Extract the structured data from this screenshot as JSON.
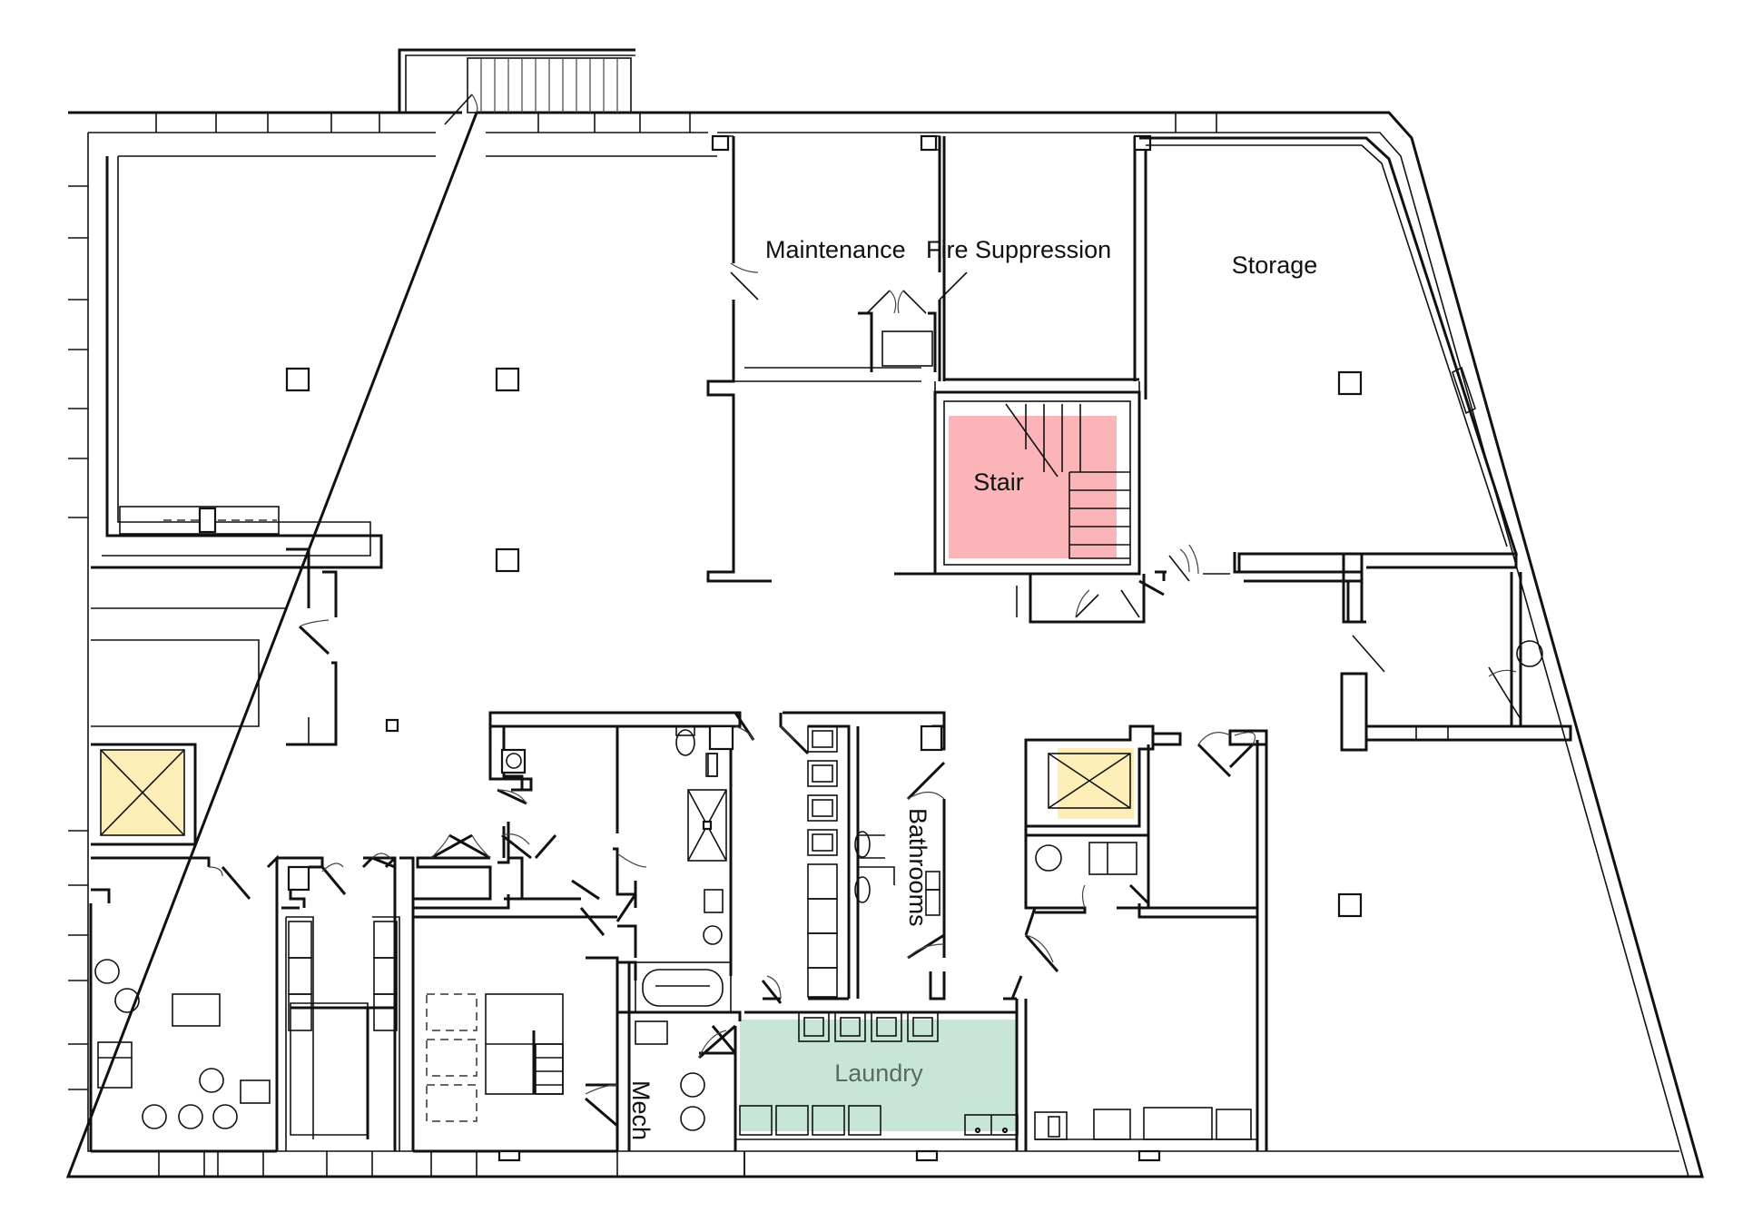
{
  "rooms": {
    "maintenance": "Maintenance",
    "fire_suppression": "Fire Suppression",
    "storage": "Storage",
    "stair": "Stair",
    "bathrooms": "Bathrooms",
    "laundry": "Laundry",
    "mech": "Mech"
  },
  "colors": {
    "stair_highlight": "#fbb4b7",
    "elevator_highlight": "#fdeeb7",
    "laundry_highlight": "#c8e6d8",
    "walls": "#111111",
    "background": "#ffffff"
  }
}
